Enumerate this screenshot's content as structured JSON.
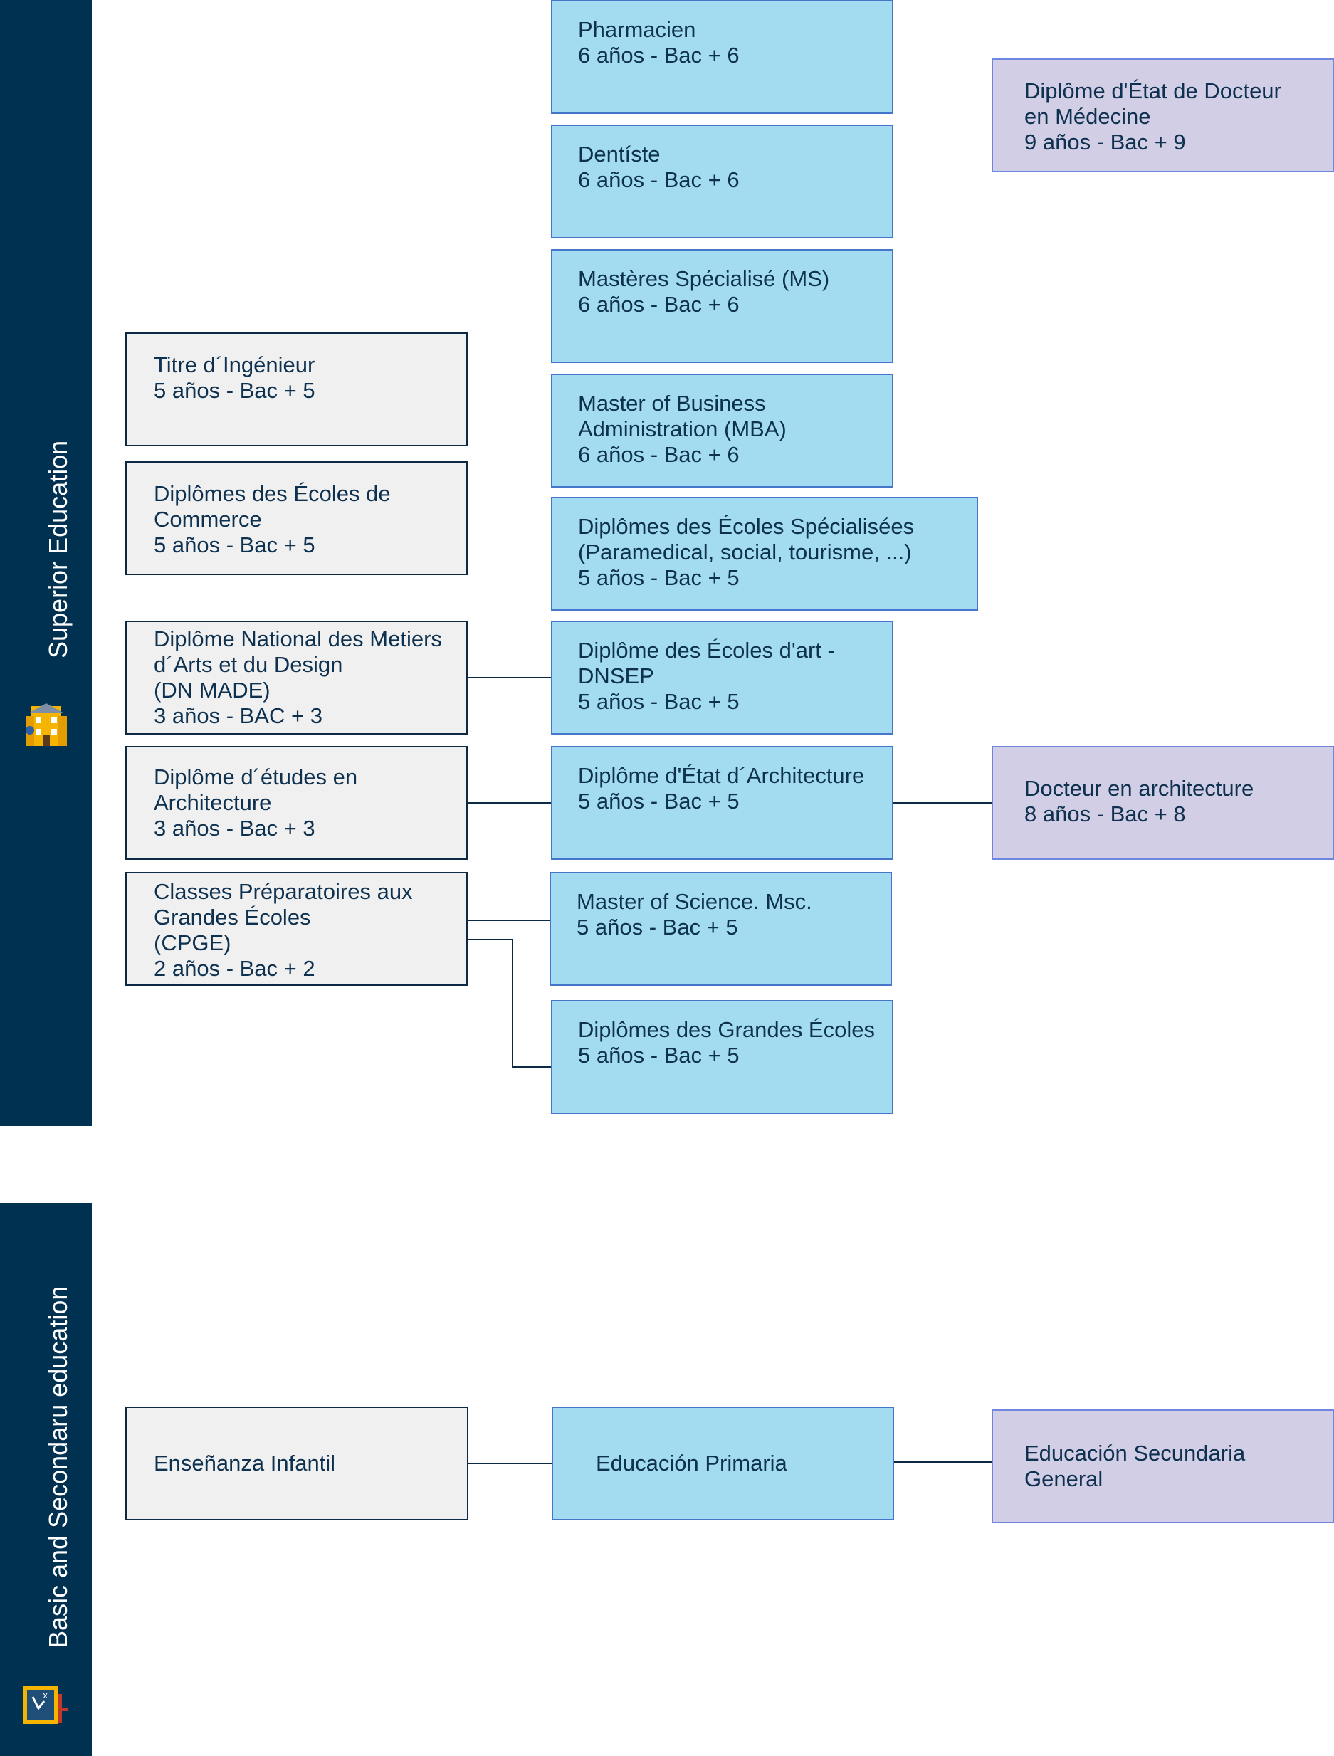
{
  "bands": {
    "superior": {
      "label": "Superior Education",
      "icon": "university-building-icon",
      "color": "#003151"
    },
    "basic": {
      "label": "Basic and Secondaru education",
      "icon": "classroom-board-icon",
      "color": "#003151"
    }
  },
  "colors": {
    "gray": "#f0f0f0",
    "blue": "#a3dcf0",
    "purple": "#d2cee6",
    "text": "#0e3150"
  },
  "boxes": {
    "pharmacien": [
      "Pharmacien",
      "6 años - Bac + 6"
    ],
    "docteur_medecine": [
      "Diplôme d'État de Docteur",
      "en Médecine",
      "9 años - Bac + 9"
    ],
    "dentiste": [
      "Dentíste",
      "6 años - Bac + 6"
    ],
    "masteres_specialise": [
      "Mastères Spécialisé (MS)",
      "6 años - Bac + 6"
    ],
    "titre_ingenieur": [
      "Titre d´Ingénieur",
      "5 años - Bac + 5"
    ],
    "mba": [
      "Master of Business",
      "Administration (MBA)",
      "6 años - Bac + 6"
    ],
    "ecoles_commerce": [
      "Diplômes des Écoles de",
      "Commerce",
      "5 años - Bac + 5"
    ],
    "ecoles_specialisees": [
      "Diplômes des Écoles Spécialisées",
      "(Paramedical, social, tourisme, ...)",
      "5 años - Bac + 5"
    ],
    "dn_made": [
      "Diplôme National des Metiers",
      "d´Arts et du Design",
      "(DN MADE)",
      "3 años - BAC + 3"
    ],
    "ecoles_art": [
      "Diplôme des Écoles d'art -",
      "DNSEP",
      "5 años - Bac + 5"
    ],
    "etudes_architecture": [
      "Diplôme d´études en",
      "Architecture",
      "3 años - Bac + 3"
    ],
    "etat_architecture": [
      "Diplôme d'État d´Architecture",
      "5 años - Bac + 5"
    ],
    "docteur_architecture": [
      "Docteur en architecture",
      "8 años - Bac + 8"
    ],
    "cpge": [
      "Classes Préparatoires aux",
      "Grandes Écoles",
      "(CPGE)",
      "2 años - Bac + 2"
    ],
    "master_science": [
      "Master of Science. Msc.",
      "5 años - Bac + 5"
    ],
    "grandes_ecoles": [
      "Diplômes des Grandes Écoles",
      "5 años - Bac + 5"
    ],
    "infantil": [
      "Enseñanza Infantil"
    ],
    "primaria": [
      "Educación Primaria"
    ],
    "secundaria": [
      "Educación Secundaria",
      "General"
    ]
  }
}
